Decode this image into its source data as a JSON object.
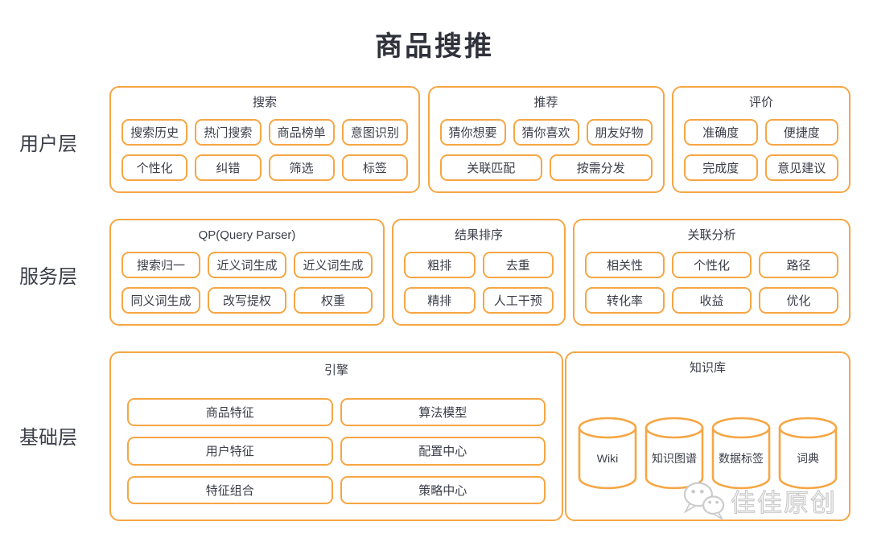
{
  "title": "商品搜推",
  "colors": {
    "accent": "#f6a644",
    "text": "#3b3e49",
    "title_text": "#2f323b",
    "watermark_gray": "#c6c6c6"
  },
  "watermark": {
    "icon": "wechat-icon",
    "text": "佳佳原创"
  },
  "layers": [
    {
      "label": "用户层",
      "panels": [
        {
          "title": "搜索",
          "items": [
            "搜索历史",
            "热门搜索",
            "商品榜单",
            "意图识别",
            "个性化",
            "纠错",
            "筛选",
            "标签"
          ]
        },
        {
          "title": "推荐",
          "items": [
            "猜你想要",
            "猜你喜欢",
            "朋友好物",
            "关联匹配",
            "按需分发"
          ]
        },
        {
          "title": "评价",
          "items": [
            "准确度",
            "便捷度",
            "完成度",
            "意见建议"
          ]
        }
      ]
    },
    {
      "label": "服务层",
      "panels": [
        {
          "title": "QP(Query Parser)",
          "items": [
            "搜索归一",
            "近义词生成",
            "近义词生成",
            "同义词生成",
            "改写提权",
            "权重"
          ]
        },
        {
          "title": "结果排序",
          "items": [
            "粗排",
            "去重",
            "精排",
            "人工干预"
          ]
        },
        {
          "title": "关联分析",
          "items": [
            "相关性",
            "个性化",
            "路径",
            "转化率",
            "收益",
            "优化"
          ]
        }
      ]
    },
    {
      "label": "基础层",
      "panels": [
        {
          "title": "引擎",
          "items": [
            "商品特征",
            "算法模型",
            "用户特征",
            "配置中心",
            "特征组合",
            "策略中心"
          ]
        },
        {
          "title": "知识库",
          "databases": [
            "Wiki",
            "知识图谱",
            "数据标签",
            "词典"
          ]
        }
      ]
    }
  ]
}
